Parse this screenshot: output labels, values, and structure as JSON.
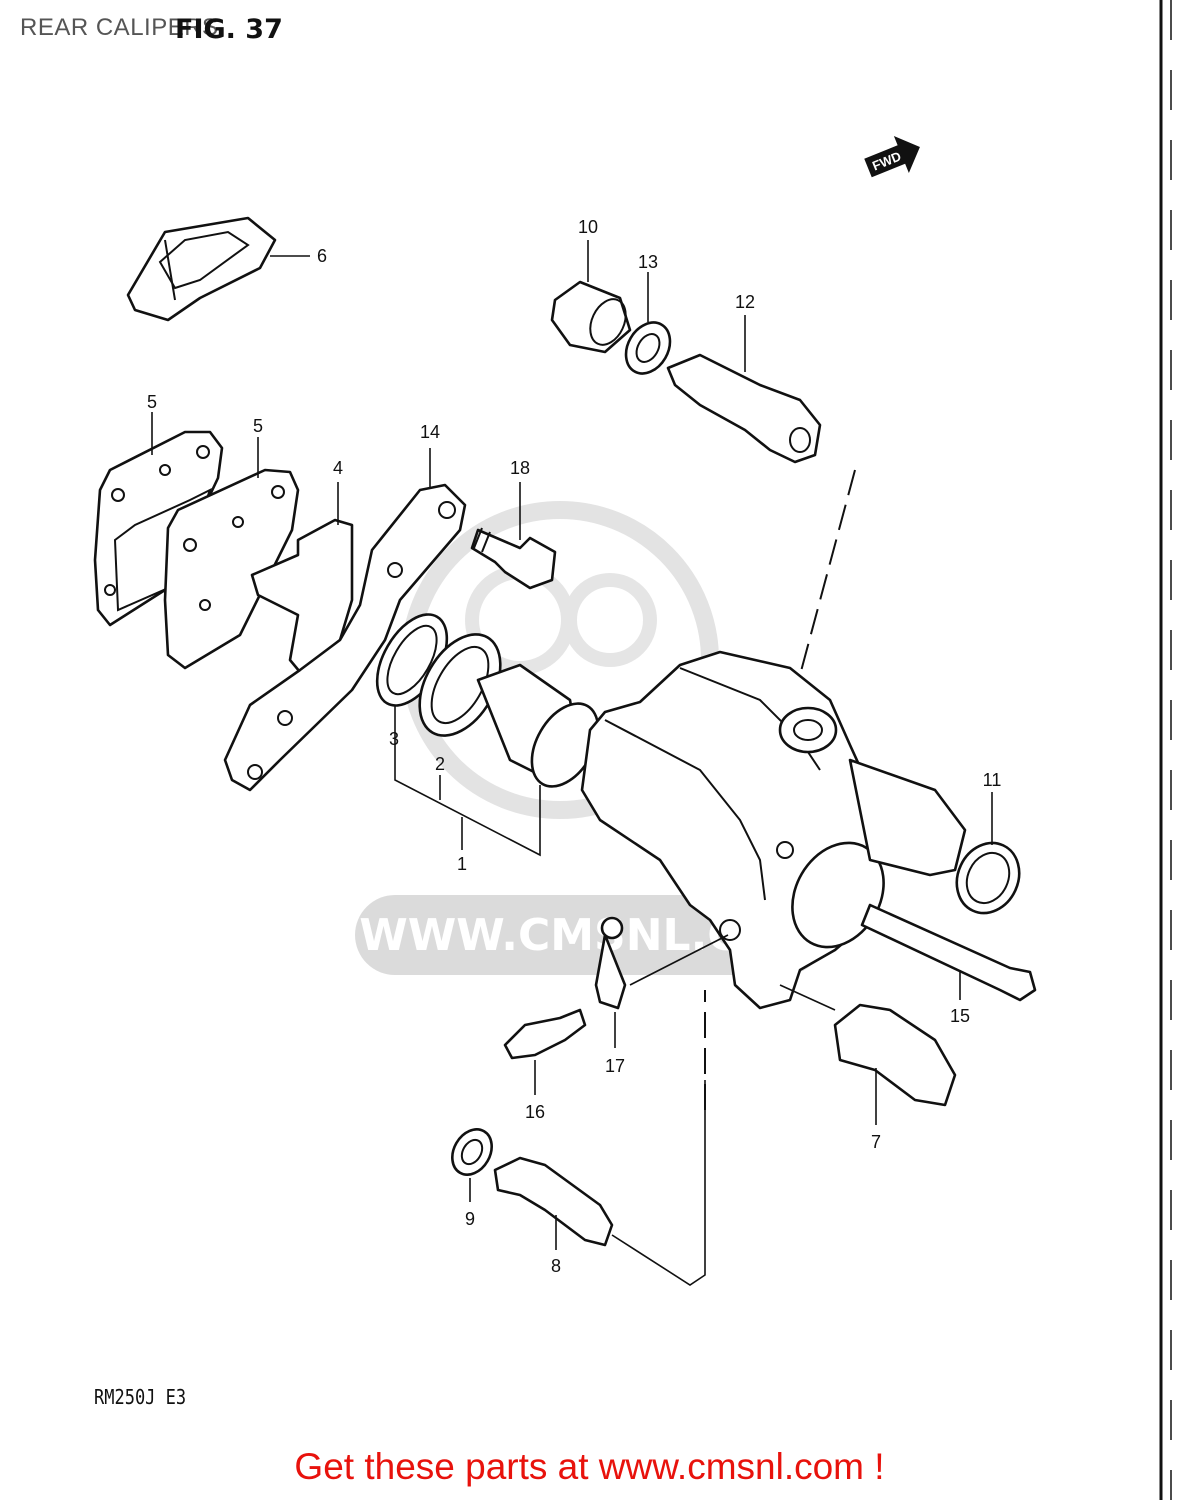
{
  "header": {
    "page_title": "REAR CALIPERS",
    "figure_label": "FIG. 37"
  },
  "diagram": {
    "direction_marker": "FWD",
    "watermark": "WWW.CMSNL.COM",
    "part_numbers": [
      "1",
      "2",
      "3",
      "4",
      "5",
      "5",
      "6",
      "7",
      "8",
      "9",
      "10",
      "11",
      "12",
      "13",
      "14",
      "15",
      "16",
      "17",
      "18"
    ]
  },
  "footer": {
    "model_code": "RM250J  E3",
    "link_text": "Get these parts at www.cmsnl.com !"
  },
  "colors": {
    "link": "#e8120c",
    "line": "#111111",
    "watermark": "#d8d8d8"
  }
}
